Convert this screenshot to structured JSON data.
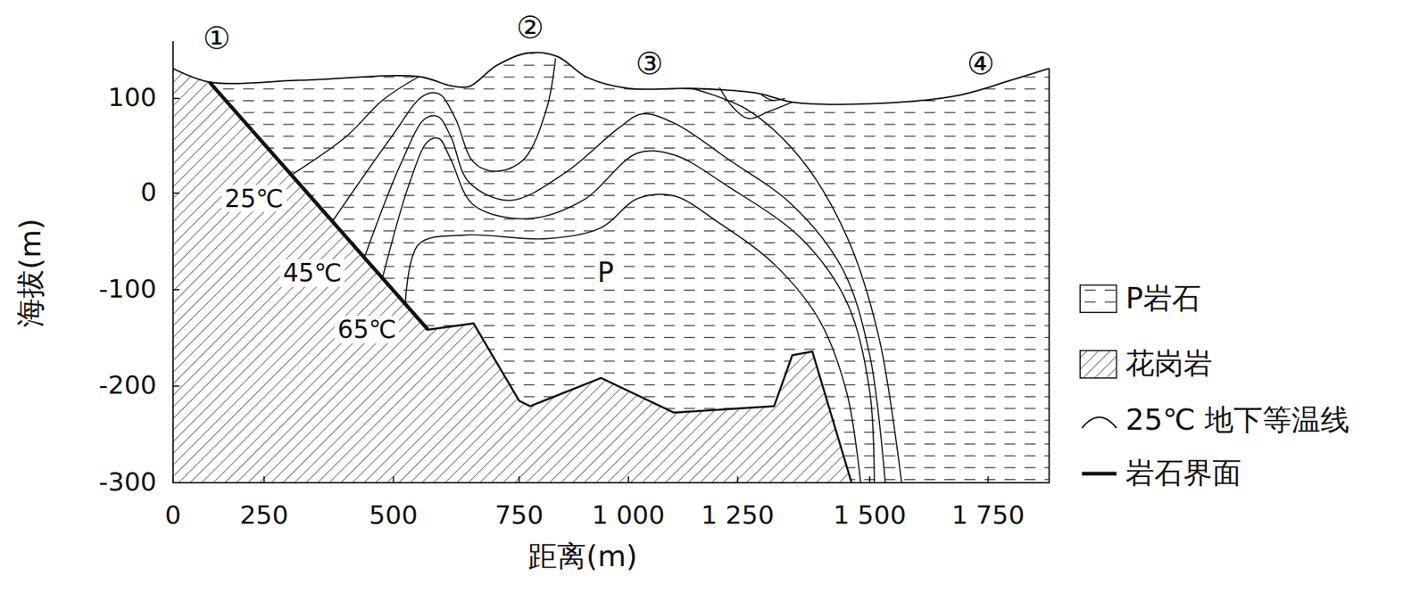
{
  "diagram": {
    "labels": [
      "①",
      "②",
      "③",
      "④",
      "100",
      "0",
      "-100",
      "-200",
      "-300",
      "0",
      "250",
      "500",
      "750",
      "1 000",
      "1 250",
      "1 500",
      "1 750",
      "海拔(m)",
      "距离(m)",
      "25℃",
      "45℃",
      "65℃",
      "P"
    ],
    "legend": [
      {
        "text": "P岩石"
      },
      {
        "text": "花岗岩"
      },
      {
        "text": "25℃ 地下等温线"
      },
      {
        "text": "岩石界面"
      }
    ]
  }
}
